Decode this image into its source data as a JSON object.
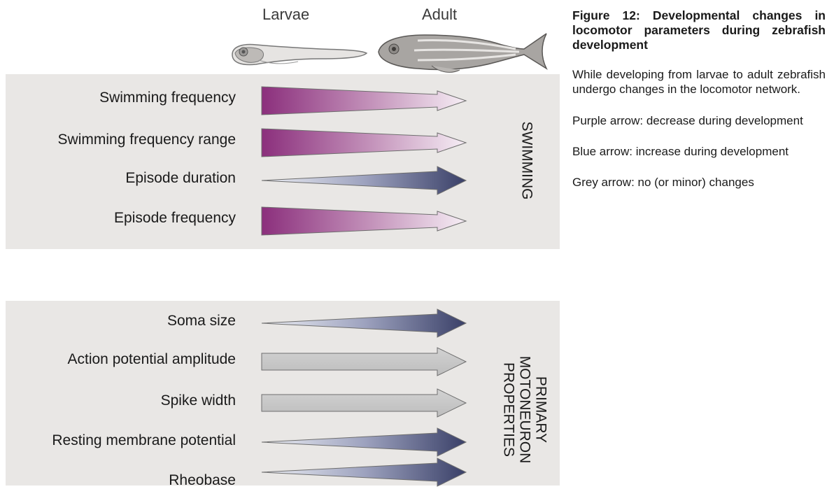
{
  "header": {
    "larvae_label": "Larvae",
    "adult_label": "Adult"
  },
  "colors": {
    "panel_bg": "#e9e7e5",
    "purple": "#8b2f7c",
    "blue": "#3a4068",
    "grey": "#c8c8c8"
  },
  "swimming": {
    "label": "SWIMMING",
    "rows": [
      {
        "label": "Swimming frequency",
        "change": "decrease"
      },
      {
        "label": "Swimming frequency range",
        "change": "decrease"
      },
      {
        "label": "Episode duration",
        "change": "increase"
      },
      {
        "label": "Episode frequency",
        "change": "decrease"
      }
    ]
  },
  "motoneuron": {
    "label": "PRIMARY MOTONEURON PROPERTIES",
    "rows": [
      {
        "label": "Soma size",
        "change": "increase"
      },
      {
        "label": "Action potential amplitude",
        "change": "none"
      },
      {
        "label": "Spike width",
        "change": "none"
      },
      {
        "label": "Resting membrane potential",
        "change": "increase"
      },
      {
        "label": "Rheobase",
        "change": "increase"
      }
    ]
  },
  "caption": {
    "title": "Figure 12: Developmental changes in locomotor parameters during zebrafish development",
    "p1": "While developing from larvae to adult zebrafish undergo changes in the locomotor network.",
    "p2": "Purple arrow: decrease during development",
    "p3": "Blue arrow: increase during development",
    "p4": "Grey arrow: no (or minor) changes"
  }
}
